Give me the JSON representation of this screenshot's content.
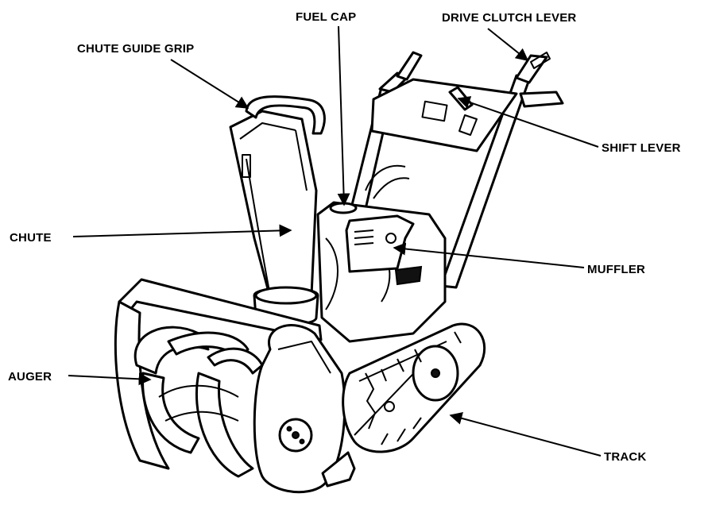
{
  "labels": {
    "fuel_cap": "FUEL CAP",
    "drive_clutch_lever": "DRIVE CLUTCH LEVER",
    "chute_guide_grip": "CHUTE GUIDE GRIP",
    "shift_lever": "SHIFT LEVER",
    "chute": "CHUTE",
    "muffler": "MUFFLER",
    "auger": "AUGER",
    "track": "TRACK"
  }
}
